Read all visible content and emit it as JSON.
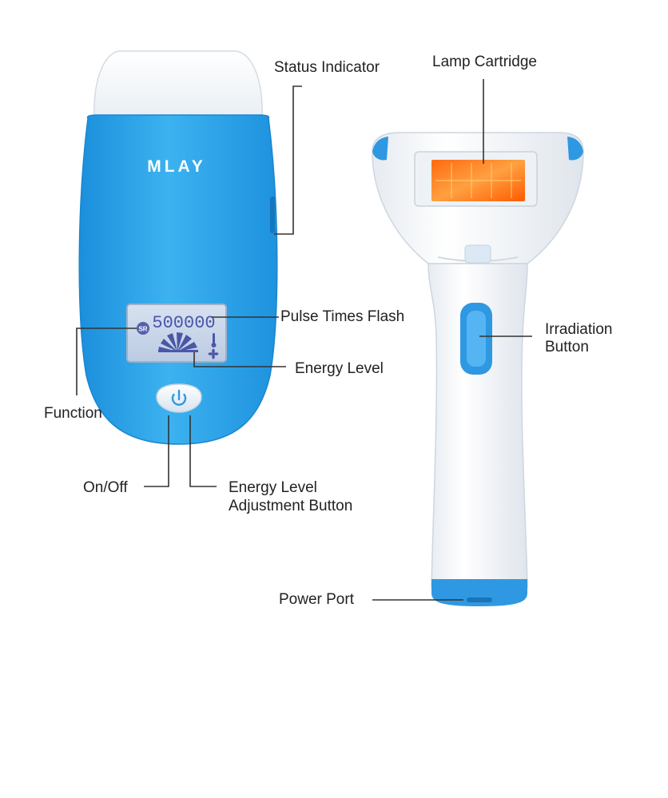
{
  "device_front": {
    "brand": "MLAY",
    "lcd_counter": "500000",
    "lcd_mode_badge": "SR"
  },
  "labels": {
    "status_indicator": "Status Indicator",
    "lamp_cartridge": "Lamp Cartridge",
    "pulse_times_flash": "Pulse Times Flash",
    "energy_level": "Energy Level",
    "function": "Function",
    "on_off": "On/Off",
    "energy_adjust_line1": "Energy Level",
    "energy_adjust_line2": "Adjustment Button",
    "irradiation_line1": "Irradiation",
    "irradiation_line2": "Button",
    "power_port": "Power Port"
  },
  "colors": {
    "body_blue": "#2ea6ea",
    "accent_blue": "#2f98e2",
    "lamp_orange": "#ff7a1c",
    "lcd_bg": "#c9d6ea",
    "lcd_digits": "#4a57a8",
    "leader_line": "#333333"
  },
  "icons": [
    "power-icon",
    "fan-icon",
    "thermometer-icon"
  ]
}
